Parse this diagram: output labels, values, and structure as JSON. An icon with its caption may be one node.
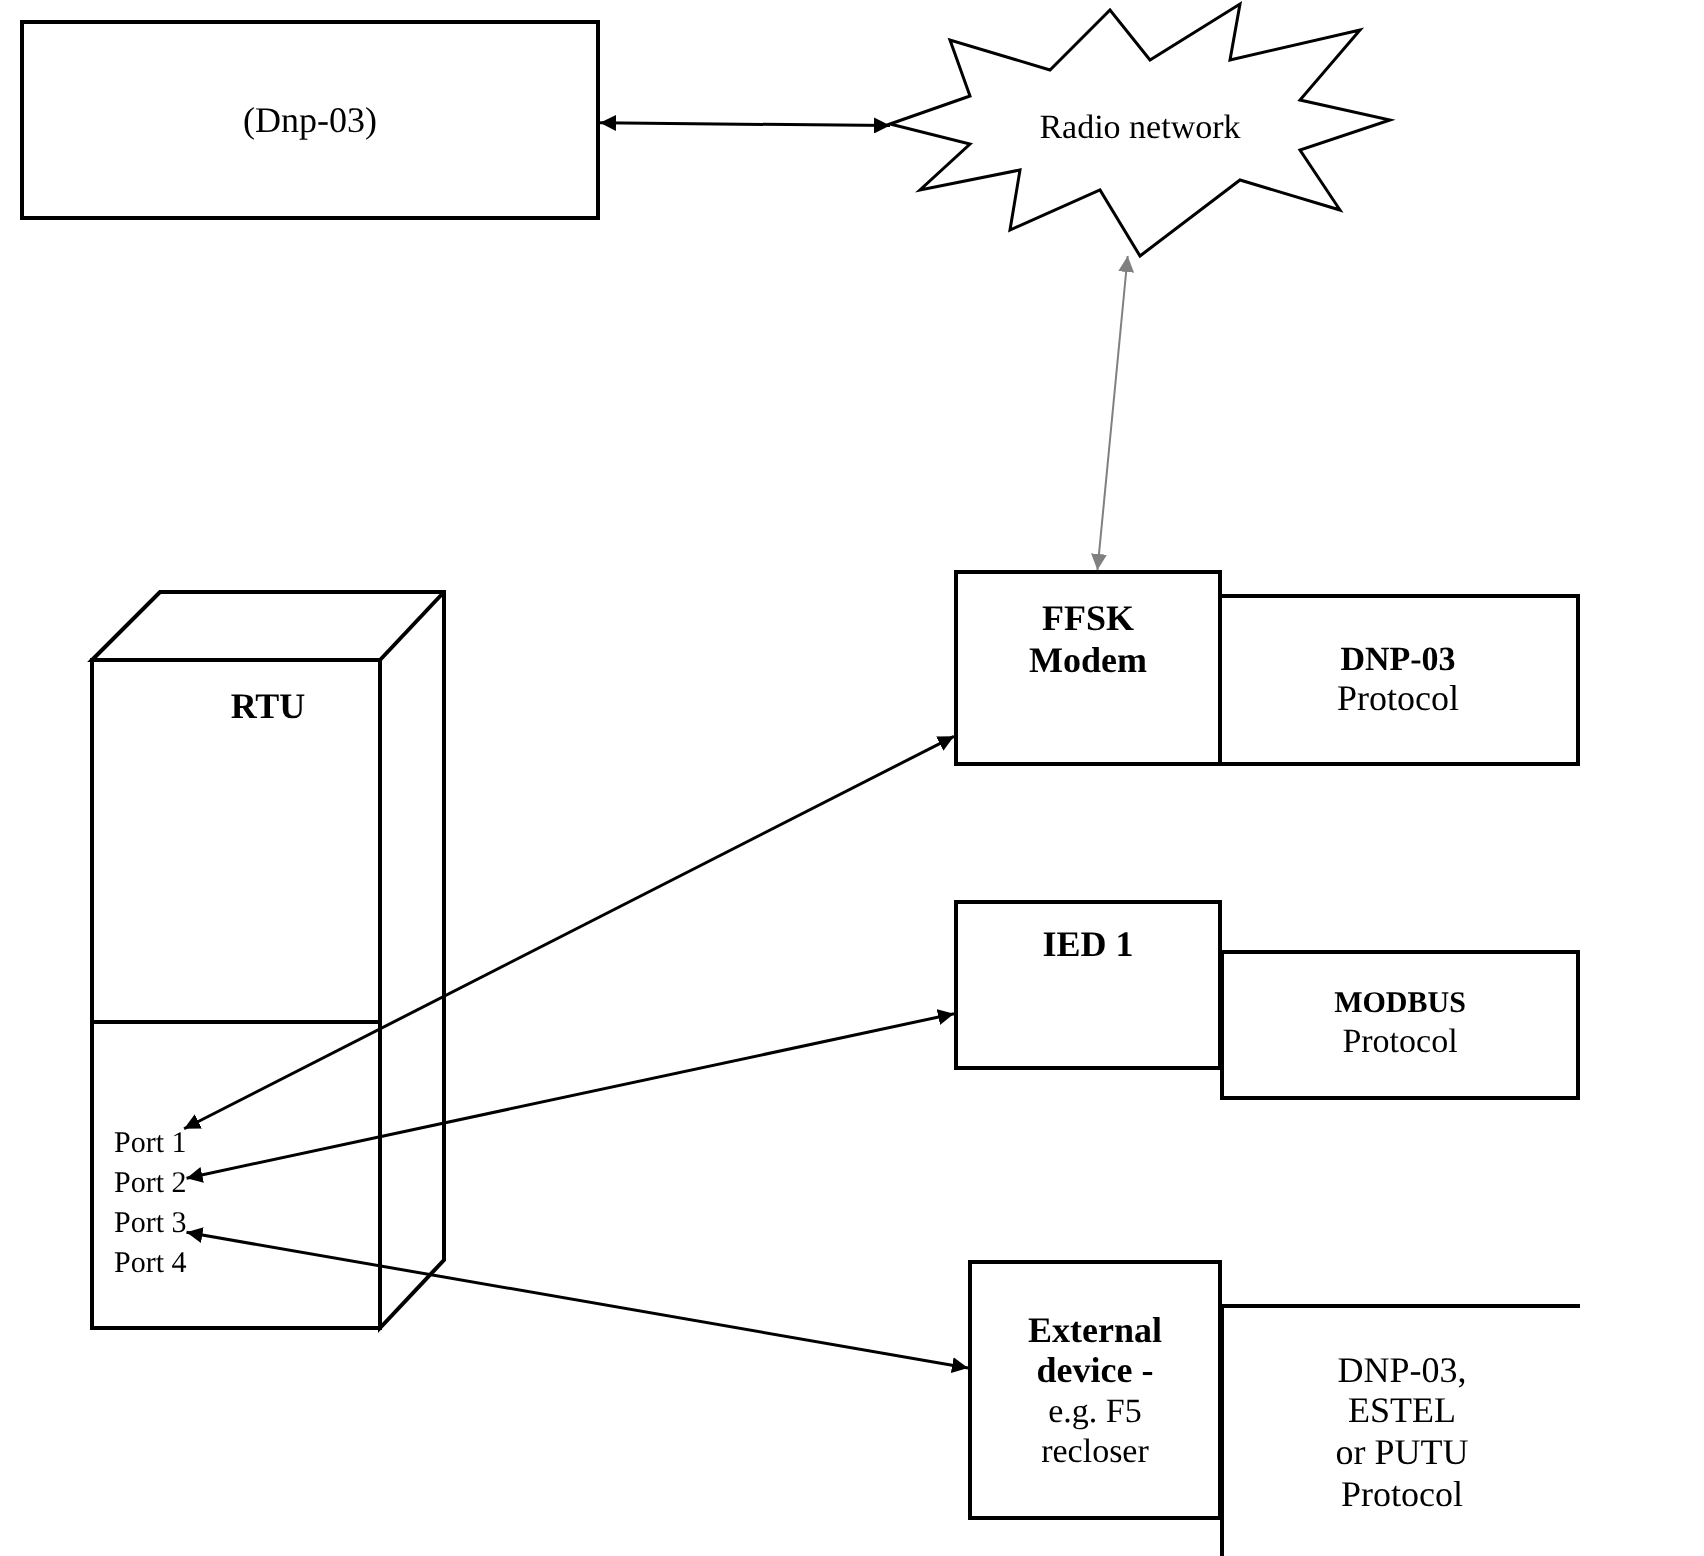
{
  "diagram": {
    "nodes": [
      {
        "text": [
          "(Dnp-03)"
        ]
      },
      {
        "text": [
          "Radio network"
        ]
      },
      {
        "text": [
          "RTU"
        ]
      },
      {
        "text": [],
        "shape": "box",
        "in": 2
      },
      {
        "text": [
          "Port 1"
        ],
        "in": 3
      },
      {
        "text": [
          "Port 2"
        ],
        "in": 3
      },
      {
        "text": [
          "Port 3"
        ],
        "in": 3
      },
      {
        "text": [
          "Port 4"
        ],
        "in": 3
      },
      {
        "text": [
          "FFSK Modem"
        ]
      },
      {
        "text": [
          "DNP-03",
          "Protocol"
        ]
      },
      {
        "text": [
          "IED 1"
        ]
      },
      {
        "text": [
          "MODBUS",
          "Protocol"
        ]
      },
      {
        "text": [
          "External device -",
          "e.g. F5 recloser"
        ]
      },
      {
        "text": [
          "DNP-03, ESTEL or PUTU Protocol"
        ]
      }
    ],
    "edges": [
      {
        "from": 0,
        "to": 1,
        "arrow": "both"
      },
      {
        "from": 1,
        "to": 8,
        "arrow": "both",
        "color": "#808080"
      },
      {
        "from": 4,
        "to": 8,
        "arrow": "both"
      },
      {
        "from": 5,
        "to": 10,
        "arrow": "both"
      },
      {
        "from": 6,
        "to": 12,
        "arrow": "both"
      }
    ]
  }
}
